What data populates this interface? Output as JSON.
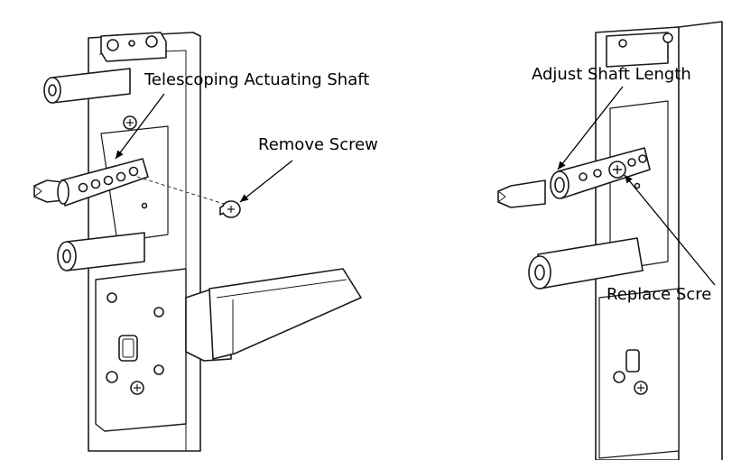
{
  "callouts": {
    "telescoping_shaft": "Telescoping Actuating Shaft",
    "remove_screw": "Remove Screw",
    "adjust_length": "Adjust Shaft Length",
    "replace_screw": "Replace Scre"
  },
  "colors": {
    "line": "#1a1a1a",
    "fill": "#ffffff",
    "dash": "#333333"
  }
}
